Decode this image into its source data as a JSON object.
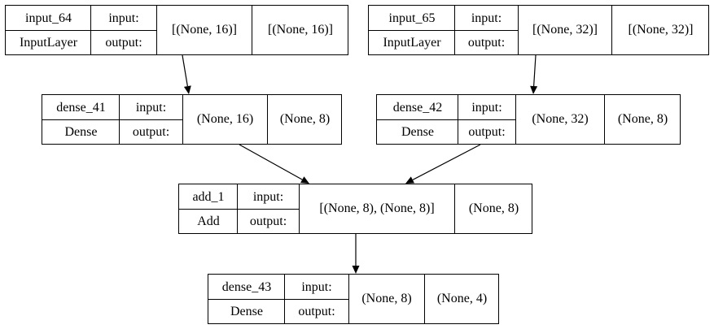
{
  "nodes": [
    {
      "id": "input_64",
      "name": "input_64",
      "type": "InputLayer",
      "in_label": "input:",
      "out_label": "output:",
      "input_shape": "[(None, 16)]",
      "output_shape": "[(None, 16)]"
    },
    {
      "id": "input_65",
      "name": "input_65",
      "type": "InputLayer",
      "in_label": "input:",
      "out_label": "output:",
      "input_shape": "[(None, 32)]",
      "output_shape": "[(None, 32)]"
    },
    {
      "id": "dense_41",
      "name": "dense_41",
      "type": "Dense",
      "in_label": "input:",
      "out_label": "output:",
      "input_shape": "(None, 16)",
      "output_shape": "(None, 8)"
    },
    {
      "id": "dense_42",
      "name": "dense_42",
      "type": "Dense",
      "in_label": "input:",
      "out_label": "output:",
      "input_shape": "(None, 32)",
      "output_shape": "(None, 8)"
    },
    {
      "id": "add_1",
      "name": "add_1",
      "type": "Add",
      "in_label": "input:",
      "out_label": "output:",
      "input_shape": "[(None, 8), (None, 8)]",
      "output_shape": "(None, 8)"
    },
    {
      "id": "dense_43",
      "name": "dense_43",
      "type": "Dense",
      "in_label": "input:",
      "out_label": "output:",
      "input_shape": "(None, 8)",
      "output_shape": "(None, 4)"
    }
  ],
  "edges": [
    {
      "from": "input_64",
      "to": "dense_41"
    },
    {
      "from": "input_65",
      "to": "dense_42"
    },
    {
      "from": "dense_41",
      "to": "add_1"
    },
    {
      "from": "dense_42",
      "to": "add_1"
    },
    {
      "from": "add_1",
      "to": "dense_43"
    }
  ],
  "colors": {
    "line": "#000000",
    "background": "#ffffff"
  }
}
